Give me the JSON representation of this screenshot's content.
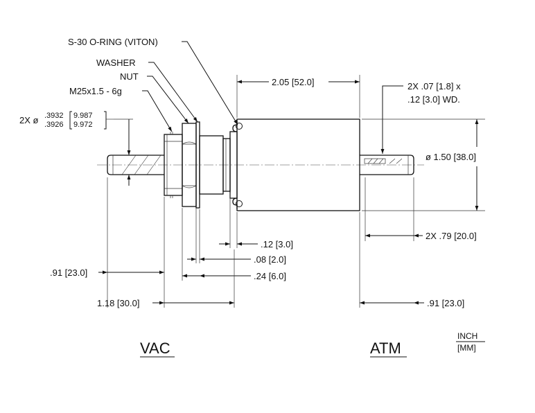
{
  "labels": {
    "o_ring": "S-30 O-RING (VITON)",
    "washer": "WASHER",
    "nut": "NUT",
    "thread": "M25x1.5 - 6g",
    "shaft_dia_prefix": "2X ø",
    "shaft_dia_in_max": ".3932",
    "shaft_dia_in_min": ".3926",
    "shaft_dia_mm_max": "9.987",
    "shaft_dia_mm_min": "9.972",
    "body_length": "2.05 [52.0]",
    "flat_line1": "2X .07 [1.8] x",
    "flat_line2": ".12 [3.0] WD.",
    "body_dia": "ø 1.50 [38.0]",
    "atm_shaft_len": "2X .79 [20.0]",
    "dim_012": ".12 [3.0]",
    "dim_008": ".08 [2.0]",
    "dim_024": ".24 [6.0]",
    "vac_shaft_len": ".91 [23.0]",
    "vac_overall": "1.18 [30.0]",
    "atm_overall": ".91 [23.0]",
    "vac": "VAC",
    "atm": "ATM",
    "unit_top": "INCH",
    "unit_bottom": "[MM]"
  }
}
